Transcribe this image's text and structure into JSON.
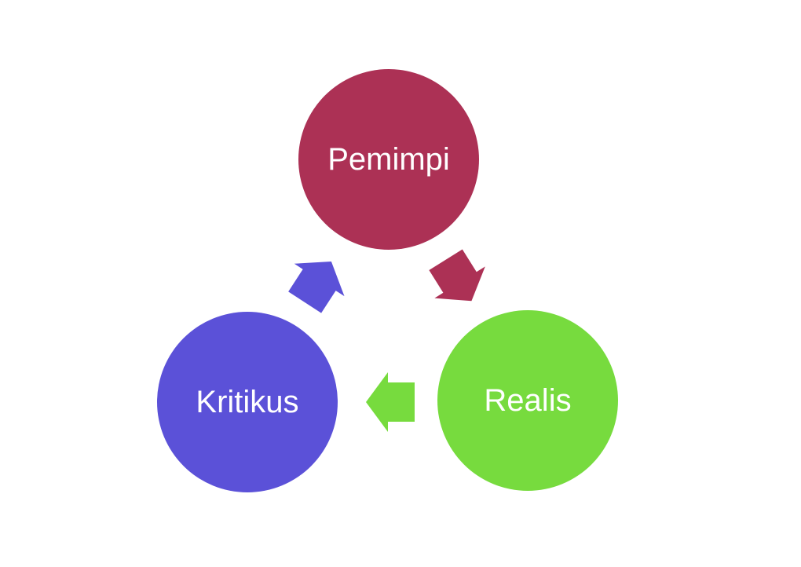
{
  "diagram": {
    "type": "cycle",
    "background_color": "#FFFFFF",
    "nodes": [
      {
        "id": "pemimpi",
        "label": "Pemimpi",
        "shape": "circle",
        "fill_color": "#AC3155",
        "text_color": "#FFFFFF",
        "position": "top"
      },
      {
        "id": "realis",
        "label": "Realis",
        "shape": "circle",
        "fill_color": "#77DB3E",
        "text_color": "#FFFFFF",
        "position": "bottom-right"
      },
      {
        "id": "kritikus",
        "label": "Kritikus",
        "shape": "circle",
        "fill_color": "#5B51D8",
        "text_color": "#FFFFFF",
        "position": "bottom-left"
      }
    ],
    "arrows": [
      {
        "id": "pemimpi-to-realis",
        "from": "Pemimpi",
        "to": "Realis",
        "color": "#AC3155",
        "direction": "down-right"
      },
      {
        "id": "realis-to-kritikus",
        "from": "Realis",
        "to": "Kritikus",
        "color": "#77DB3E",
        "direction": "left"
      },
      {
        "id": "kritikus-to-pemimpi",
        "from": "Kritikus",
        "to": "Pemimpi",
        "color": "#5B51D8",
        "direction": "up-right"
      }
    ]
  }
}
